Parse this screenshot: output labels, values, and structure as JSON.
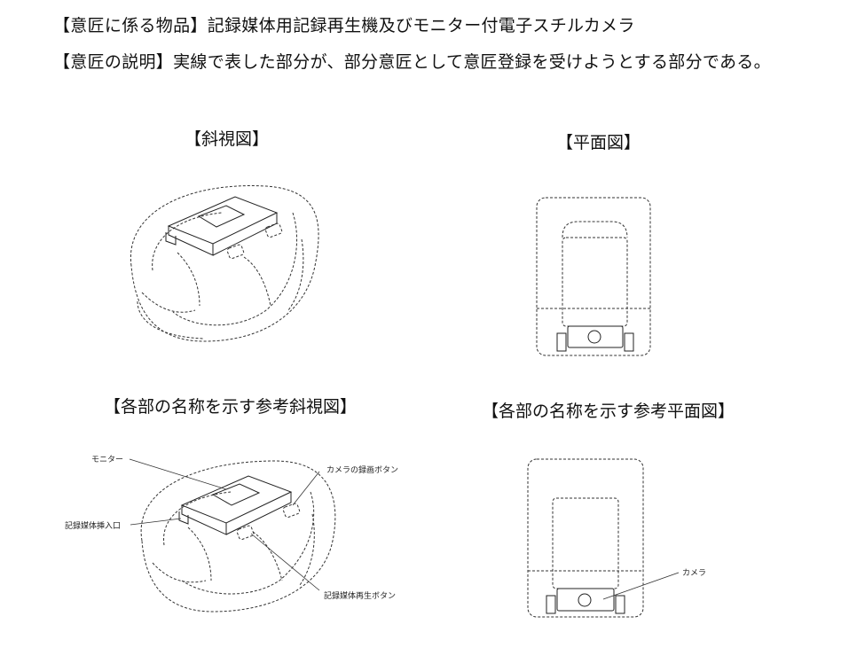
{
  "header": {
    "article_line": "【意匠に係る物品】記録媒体用記録再生機及びモニター付電子スチルカメラ",
    "description_line": "【意匠の説明】実線で表した部分が、部分意匠として意匠登録を受けようとする部分である。"
  },
  "figures": {
    "perspective_title": "【斜視図】",
    "plan_title": "【平面図】",
    "ref_perspective_title": "【各部の名称を示す参考斜視図】",
    "ref_plan_title": "【各部の名称を示す参考平面図】"
  },
  "labels": {
    "monitor": "モニター",
    "camera_record_button": "カメラの録画ボタン",
    "media_slot": "記録媒体挿入口",
    "media_play_button": "記録媒体再生ボタン",
    "camera": "カメラ"
  }
}
